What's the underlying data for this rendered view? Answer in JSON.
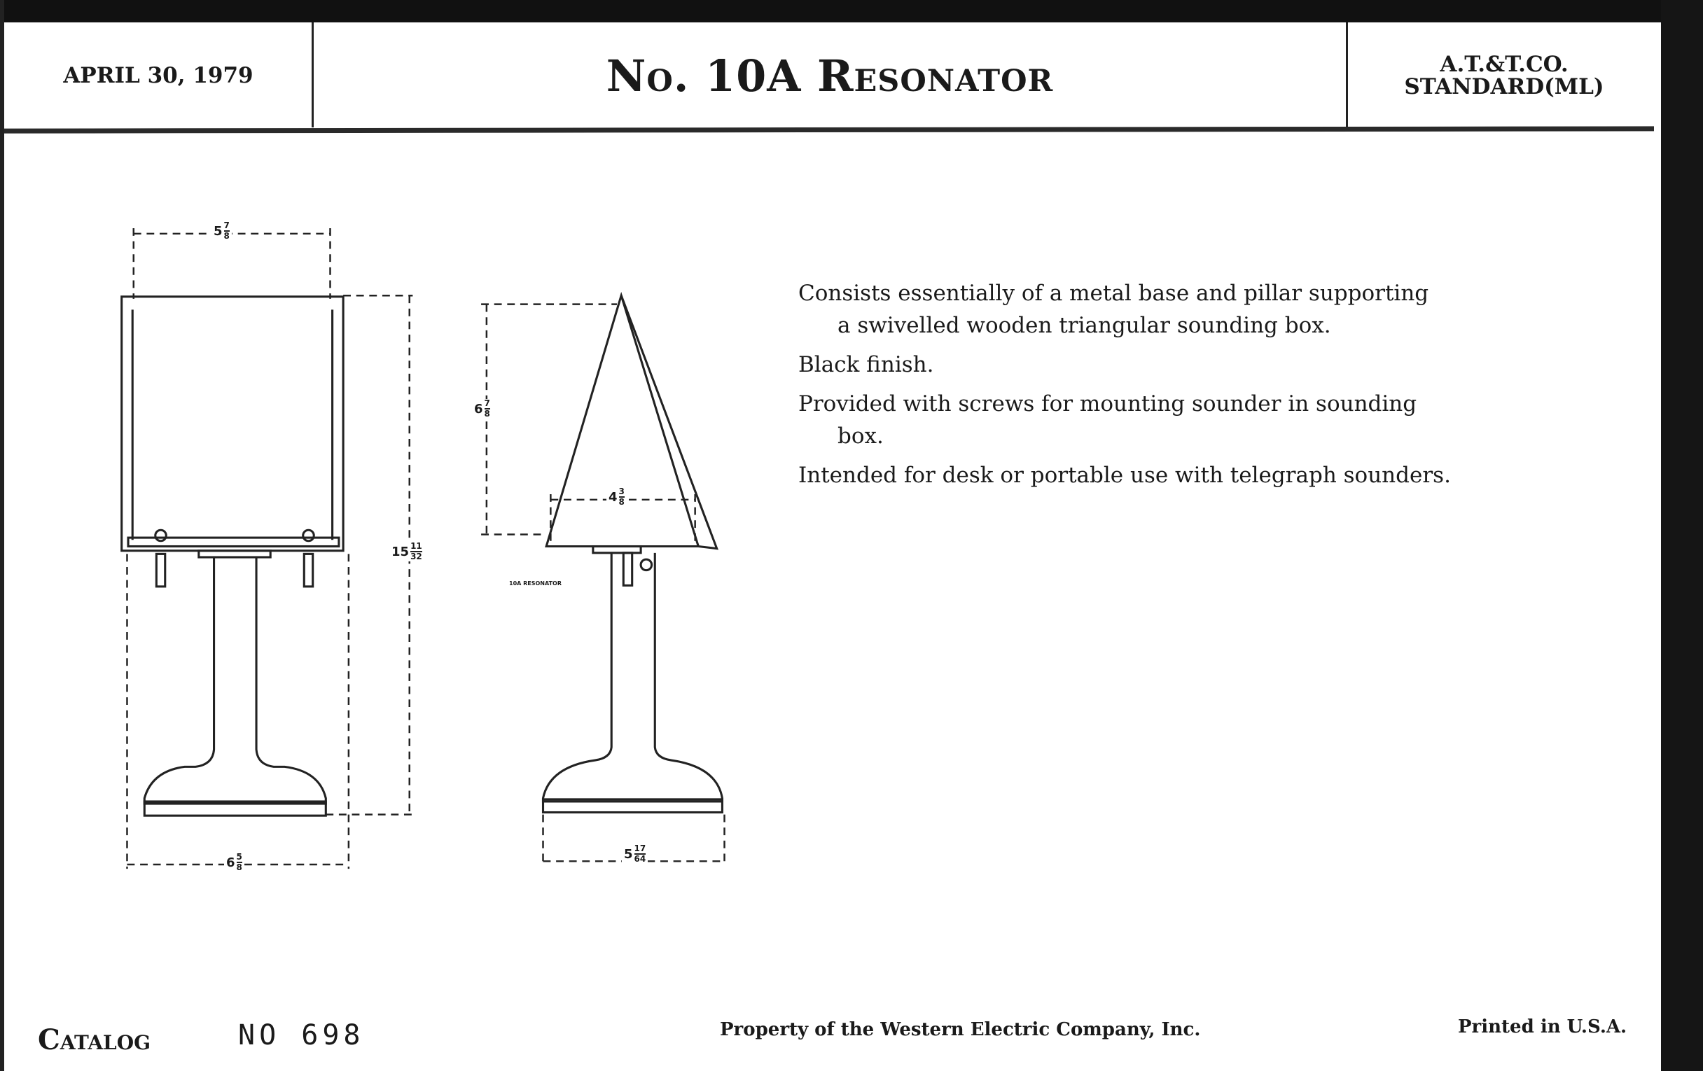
{
  "header": {
    "date": "APRIL 30, 1979",
    "title": "No. 10A Resonator",
    "standard_line1": "A.T.&T.CO.",
    "standard_line2": "STANDARD(ML)"
  },
  "description": [
    "Consists essentially of a metal base and pillar supporting",
    "a swivelled wooden triangular sounding box.",
    "Black finish.",
    "Provided with screws for mounting sounder in sounding",
    "box.",
    "Intended for desk or portable use with telegraph sounders."
  ],
  "dimensions": {
    "front_width": {
      "whole": "5",
      "num": "7",
      "den": "8"
    },
    "front_height": {
      "whole": "15",
      "num": "11",
      "den": "32"
    },
    "front_base": {
      "whole": "6",
      "num": "5",
      "den": "8"
    },
    "side_box_height": {
      "whole": "6",
      "num": "7",
      "den": "8"
    },
    "side_box_depth": {
      "whole": "4",
      "num": "3",
      "den": "8"
    },
    "side_base": {
      "whole": "5",
      "num": "17",
      "den": "64"
    }
  },
  "drawing_label": "10A RESONATOR",
  "footer": {
    "catalog_label": "Catalog",
    "catalog_number": "NO 698",
    "property": "Property of the Western Electric Company, Inc.",
    "printed": "Printed in U.S.A."
  }
}
